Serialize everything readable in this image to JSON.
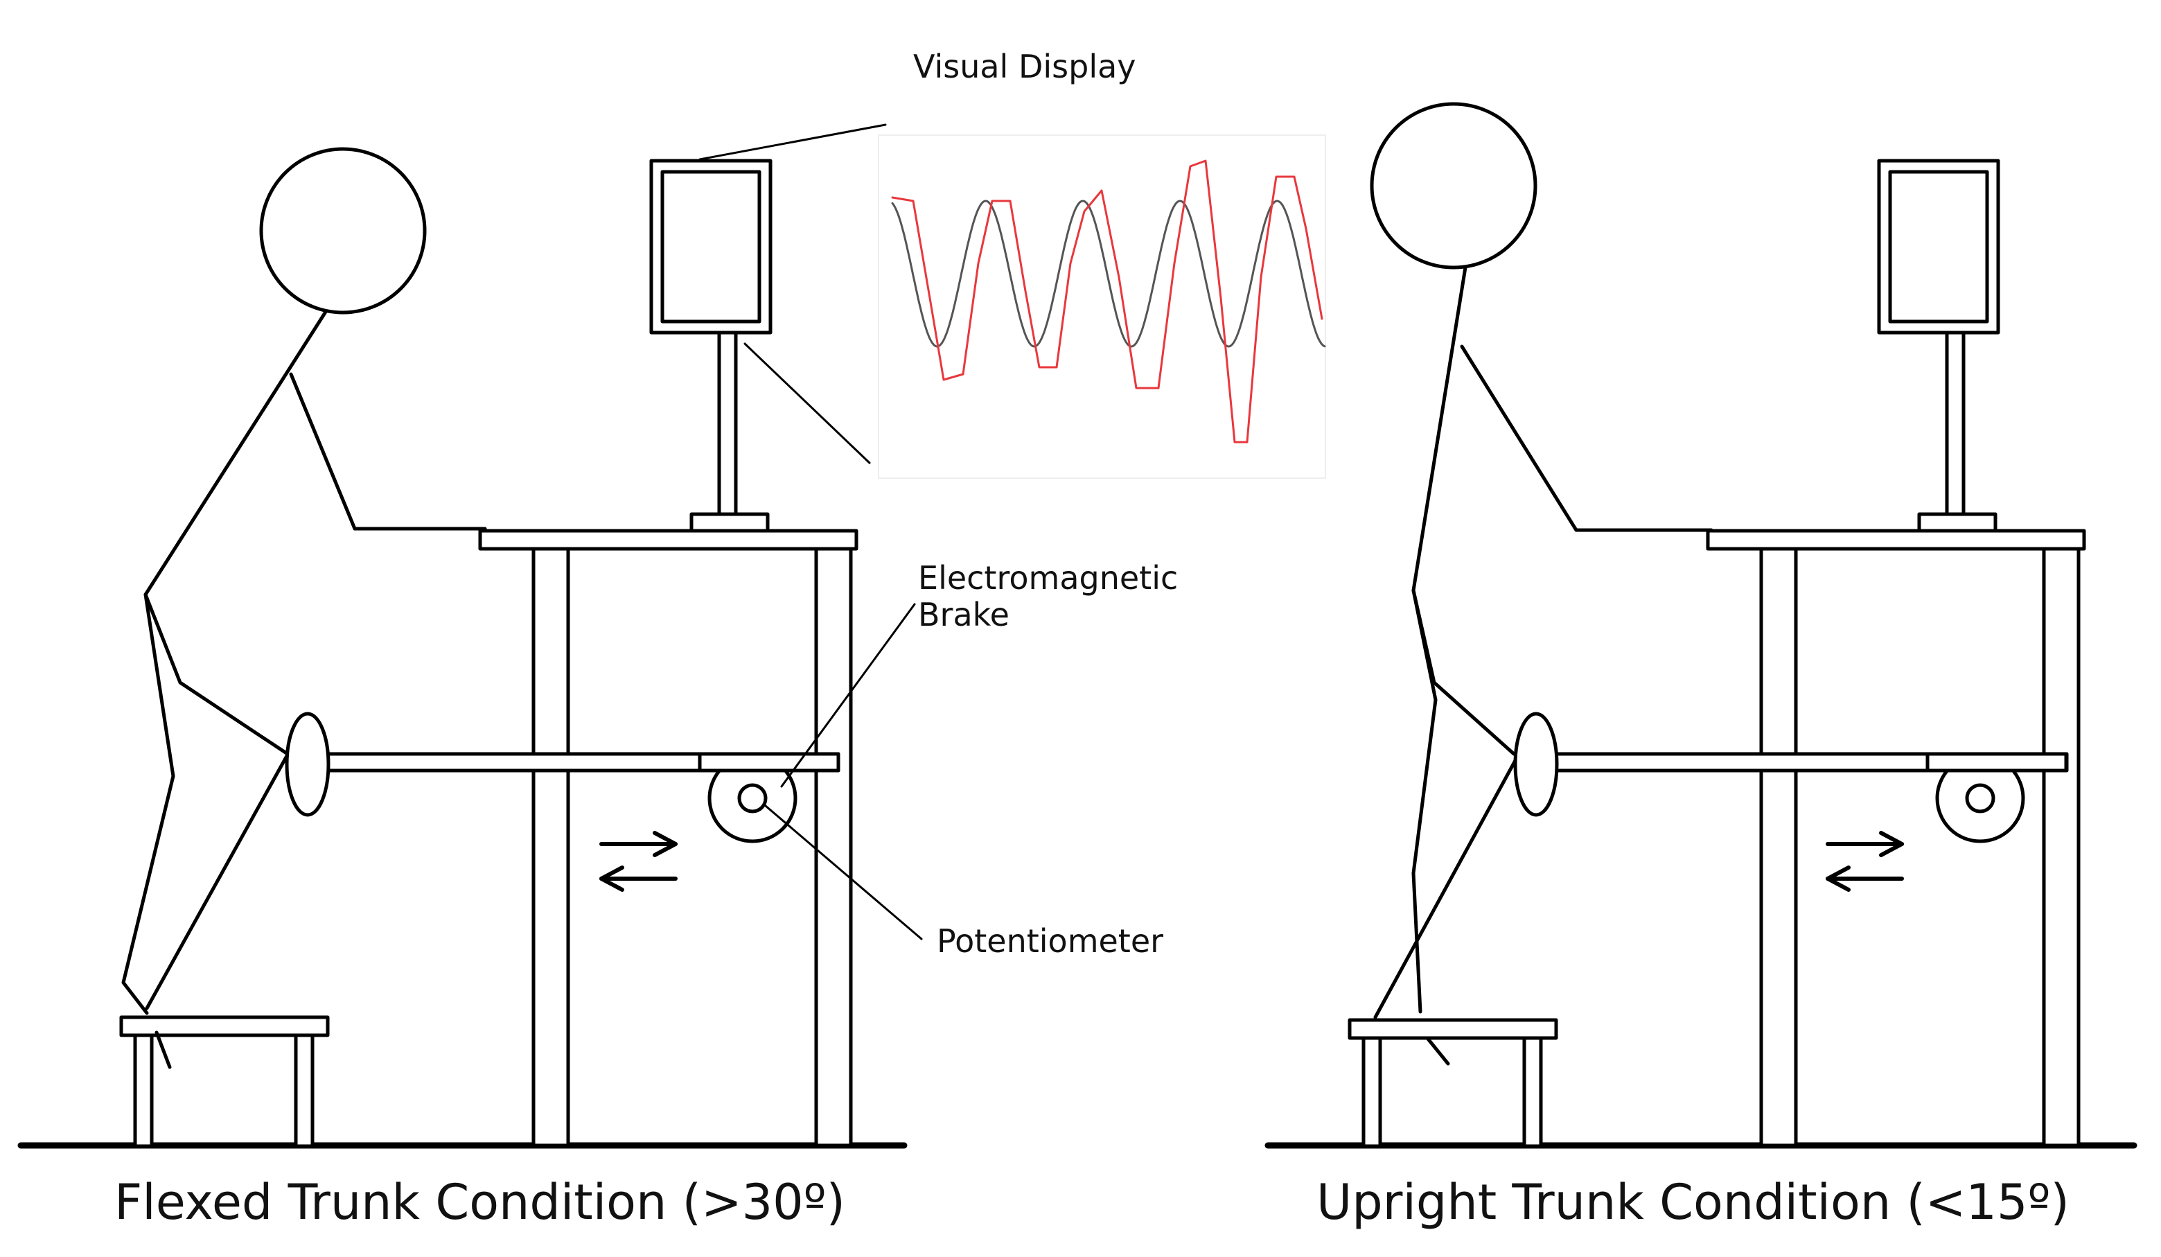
{
  "labels": {
    "visual_display": "Visual Display",
    "brake_line1": "Electromagnetic",
    "brake_line2": "Brake",
    "potentiometer": "Potentiometer"
  },
  "captions": {
    "flexed": "Flexed Trunk Condition (>30º)",
    "upright": "Upright Trunk Condition (<15º)"
  },
  "colors": {
    "ink": "#000000",
    "target_trace": "#555555",
    "response_trace": "#e8383d"
  }
}
